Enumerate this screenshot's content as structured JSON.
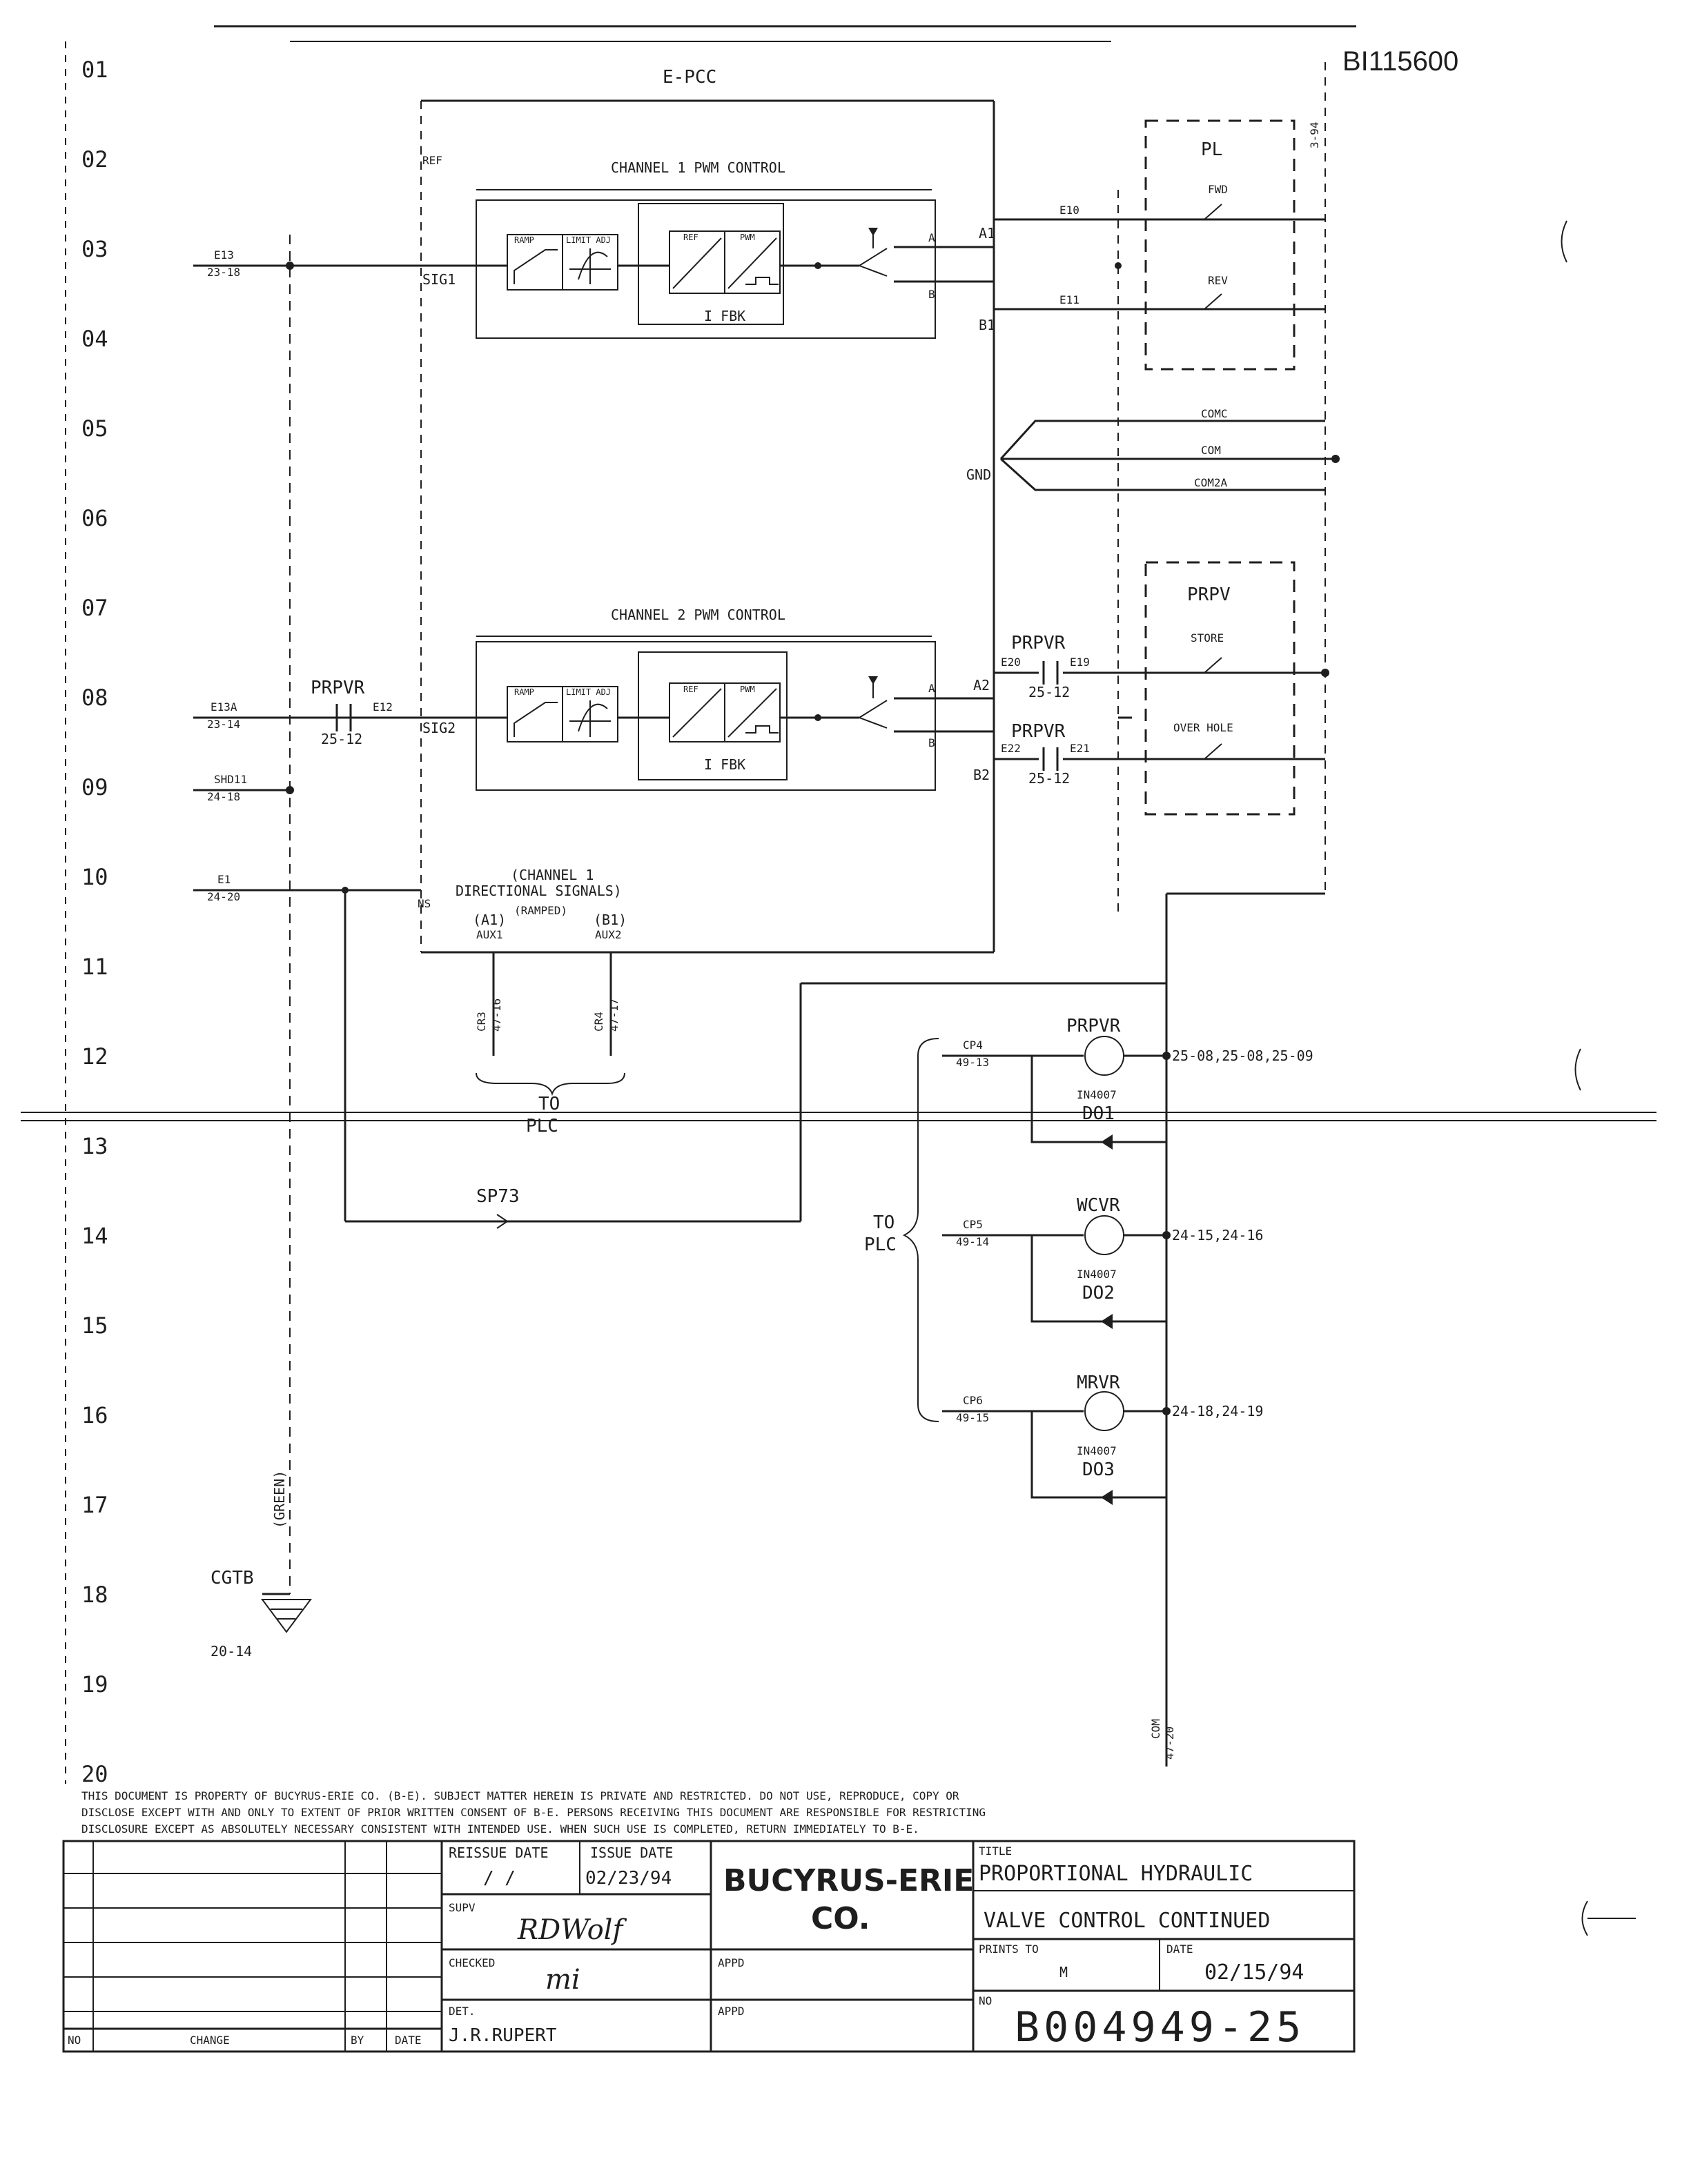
{
  "doc_id": "BI115600",
  "margin_note": "3-94",
  "row_numbers": [
    "01",
    "02",
    "03",
    "04",
    "05",
    "06",
    "07",
    "08",
    "09",
    "10",
    "11",
    "12",
    "13",
    "14",
    "15",
    "16",
    "17",
    "18",
    "19",
    "20"
  ],
  "bus_label": "E-PCC",
  "ref_label": "REF",
  "channel1": {
    "title": "CHANNEL 1 PWM CONTROL",
    "ramp": "RAMP",
    "limit": "LIMIT ADJ",
    "ref": "REF",
    "pwm": "PWM",
    "feedback": "I FBK",
    "out_a": "A",
    "out_b": "B",
    "input": "SIG1",
    "term_a": "A1",
    "term_b": "B1",
    "wire_in": "E13",
    "wire_in_ref": "23-18",
    "wire_fwd": "E10",
    "wire_rev": "E11"
  },
  "channel2": {
    "title": "CHANNEL 2 PWM CONTROL",
    "ramp": "RAMP",
    "limit": "LIMIT ADJ",
    "ref": "REF",
    "pwm": "PWM",
    "feedback": "I FBK",
    "out_a": "A",
    "out_b": "B",
    "input": "SIG2",
    "term_a": "A2",
    "term_b": "B2",
    "wire_in": "E13A",
    "wire_in_ref": "23-14",
    "contact": "PRPVR",
    "contact_ref": "25-12",
    "wire_after": "E12"
  },
  "pl_box": {
    "label": "PL",
    "fwd": "FWD",
    "rev": "REV"
  },
  "prpv_box": {
    "label": "PRPV",
    "store": "STORE",
    "over": "OVER HOLE"
  },
  "contact_a": {
    "label": "PRPVR",
    "w1": "E20",
    "w2": "E19",
    "ref": "25-12"
  },
  "contact_b": {
    "label": "PRPVR",
    "w1": "E22",
    "w2": "E21",
    "ref": "25-12"
  },
  "gnd": {
    "label": "GND",
    "w1": "COMC",
    "w2": "COM",
    "w3": "COM2A"
  },
  "shd": {
    "wire": "SHD11",
    "ref": "24-18"
  },
  "e1": {
    "wire": "E1",
    "ref": "24-20",
    "ns": "NS"
  },
  "directional": {
    "line1": "(CHANNEL 1",
    "line2": "DIRECTIONAL SIGNALS)",
    "ramped": "(RAMPED)",
    "a1": "(A1)",
    "b1": "(B1)",
    "aux1": "AUX1",
    "aux2": "AUX2",
    "cr3": "CR3",
    "cr3_ref": "47-16",
    "cr4": "CR4",
    "cr4_ref": "47-17",
    "to": "TO",
    "plc": "PLC"
  },
  "sp": {
    "label": "SP73"
  },
  "relays": [
    {
      "cp": "CP4",
      "cp_ref": "49-13",
      "coil": "PRPVR",
      "refs": "25-08,25-08,25-09",
      "diode": "IN4007",
      "tag": "DO1"
    },
    {
      "cp": "CP5",
      "cp_ref": "49-14",
      "coil": "WCVR",
      "refs": "24-15,24-16",
      "diode": "IN4007",
      "tag": "DO2"
    },
    {
      "cp": "CP6",
      "cp_ref": "49-15",
      "coil": "MRVR",
      "refs": "24-18,24-19",
      "diode": "IN4007",
      "tag": "DO3"
    }
  ],
  "to_plc": {
    "to": "TO",
    "plc": "PLC"
  },
  "ground": {
    "wire_color": "(GREEN)",
    "label": "CGTB",
    "ref": "20-14"
  },
  "com_right": {
    "wire": "COM",
    "ref": "47-20"
  },
  "notice": [
    "THIS DOCUMENT IS PROPERTY OF BUCYRUS-ERIE CO. (B-E). SUBJECT MATTER HEREIN IS PRIVATE AND RESTRICTED. DO NOT USE, REPRODUCE, COPY OR",
    "DISCLOSE EXCEPT WITH AND ONLY TO EXTENT OF PRIOR WRITTEN CONSENT OF B-E. PERSONS RECEIVING THIS DOCUMENT ARE RESPONSIBLE FOR RESTRICTING",
    "DISCLOSURE EXCEPT AS ABSOLUTELY NECESSARY CONSISTENT WITH INTENDED USE. WHEN SUCH USE IS COMPLETED, RETURN IMMEDIATELY TO B-E."
  ],
  "title_block": {
    "no": "NO",
    "change": "CHANGE",
    "by": "BY",
    "date": "DATE",
    "reissue_label": "REISSUE DATE",
    "reissue_value": "/ /",
    "issue_label": "ISSUE DATE",
    "issue_value": "02/23/94",
    "company_line1": "BUCYRUS-ERIE",
    "company_line2": "CO.",
    "title_label": "TITLE",
    "title_line1": "PROPORTIONAL HYDRAULIC",
    "title_line2": "VALVE CONTROL CONTINUED",
    "supv_label": "SUPV",
    "supv_sig": "RDWolf",
    "checked_label": "CHECKED",
    "checked_sig": "mi",
    "appd_label": "APPD",
    "prints_to_label": "PRINTS TO",
    "prints_to_value": "M",
    "date_label": "DATE",
    "date_value": "02/15/94",
    "det_label": "DET.",
    "det_value": "J.R.RUPERT",
    "appd2_label": "APPD",
    "no_label": "NO",
    "drawing_no": "B004949-25"
  }
}
